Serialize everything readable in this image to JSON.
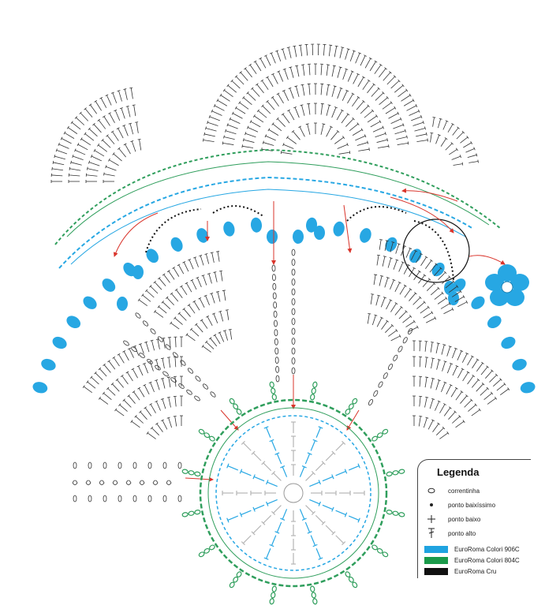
{
  "legend": {
    "title": "Legenda",
    "symbols": [
      {
        "icon": "chain-stitch-icon",
        "label": "correntinha"
      },
      {
        "icon": "slip-stitch-icon",
        "label": "ponto baixíssimo"
      },
      {
        "icon": "single-crochet-icon",
        "label": "ponto baixo"
      },
      {
        "icon": "double-crochet-icon",
        "label": "ponto alto"
      }
    ],
    "colors": [
      {
        "label": "EuroRoma Colori 906C",
        "color": "#1fa3e0"
      },
      {
        "label": "EuroRoma Colori 804C",
        "color": "#1a9a4a"
      },
      {
        "label": "EuroRoma Cru",
        "color": "#111111"
      }
    ]
  },
  "palette": {
    "blue": "#27a7e3",
    "green": "#2f9e5c",
    "black": "#222222",
    "gray": "#b5b5b5",
    "arrow": "#d9342b"
  }
}
